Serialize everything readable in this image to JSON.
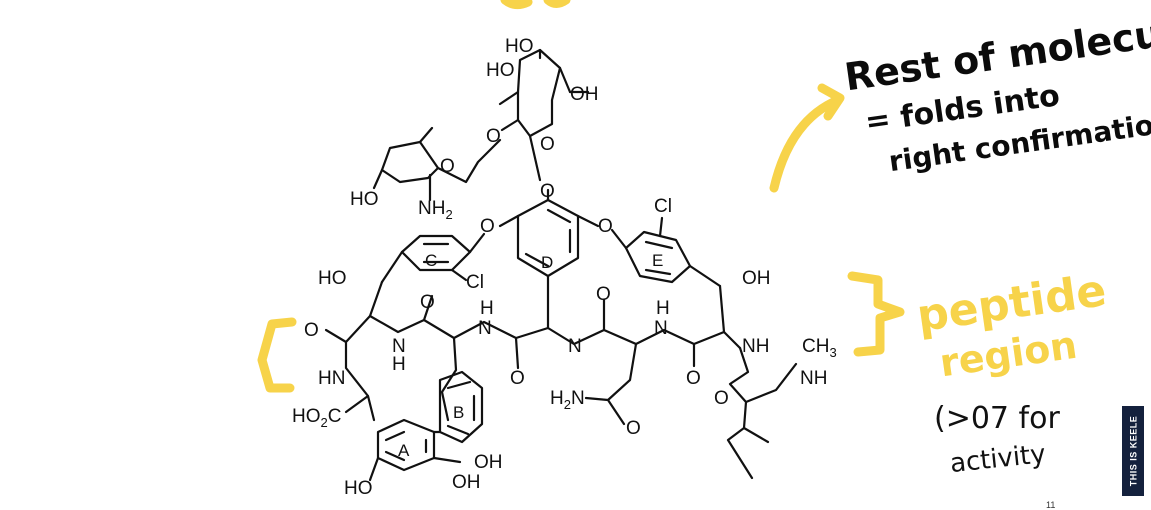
{
  "annotations": {
    "rest_line1": "Rest of molecule",
    "rest_line2": "= folds into",
    "rest_line3": "right confirmation",
    "peptide_line1": "peptide",
    "peptide_line2": "region",
    "needed": "(>07 for",
    "activity": "activity"
  },
  "rings": {
    "a": "A",
    "b": "B",
    "c": "C",
    "d": "D",
    "e": "E"
  },
  "atoms": {
    "ho_top": "HO",
    "ho_top2": "HO",
    "oh_sugar": "OH",
    "o_ring1": "O",
    "o_ring2": "O",
    "o_glyc": "O",
    "o_link": "O",
    "ho_amino": "HO",
    "nh2": "NH",
    "nh2_sub": "2",
    "o_left": "O",
    "o_right": "O",
    "cl_top": "Cl",
    "cl_left": "Cl",
    "oh_right": "OH",
    "ho_left": "HO",
    "o_a": "O",
    "o_b": "O",
    "o_c": "O",
    "o_d": "O",
    "o_e": "O",
    "h1": "H",
    "h2": "H",
    "h3": "H",
    "n1": "N",
    "n2": "N",
    "n3": "N",
    "n4": "N",
    "nh_r": "NH",
    "ch3": "CH",
    "ch3_sub": "3",
    "nh_me": "NH",
    "hn_left": "HN",
    "ho2c": "HO",
    "ho2c_sub": "2",
    "ho2c_c": "C",
    "h2n": "H",
    "h2n_sub": "2",
    "h2n_n": "N",
    "oh_b1": "OH",
    "oh_b2": "OH",
    "ho_bot": "HO",
    "o_amide": "O",
    "o_leu": "O"
  },
  "brand": "THIS IS KEELE",
  "page_number": "11",
  "colors": {
    "highlight": "#f7d34a",
    "ink": "#111111",
    "brand_bg": "#14213d"
  }
}
